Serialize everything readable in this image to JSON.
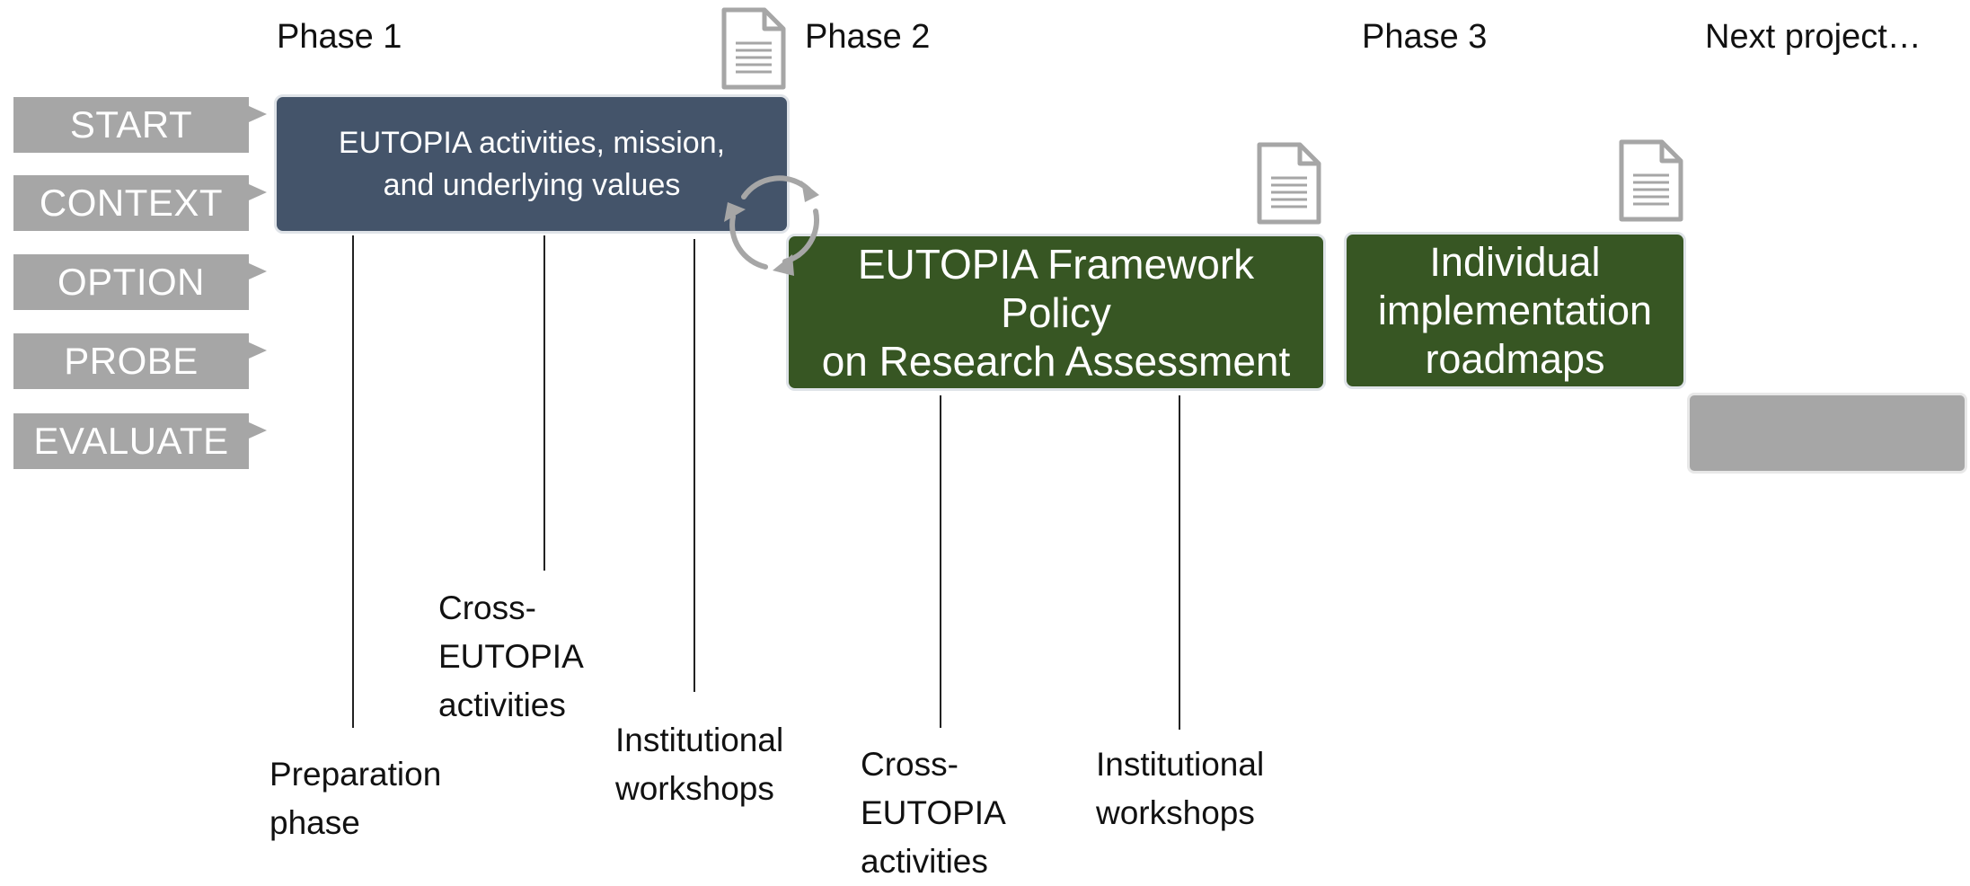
{
  "phases": {
    "phase1": "Phase 1",
    "phase2": "Phase 2",
    "phase3": "Phase 3",
    "next": "Next project…"
  },
  "stages": {
    "start": "START",
    "context": "CONTEXT",
    "option": "OPTION",
    "probe": "PROBE",
    "evaluate": "EVALUATE"
  },
  "boxes": {
    "values": "EUTOPIA activities, mission,\nand underlying values",
    "policy": "EUTOPIA Framework Policy\non Research Assessment",
    "roadmaps": "Individual\nimplementation\nroadmaps"
  },
  "notes": {
    "preparation": "Preparation\nphase",
    "cross1": "Cross-\nEUTOPIA\nactivities",
    "workshops1": "Institutional\nworkshops",
    "cross2": "Cross-\nEUTOPIA\nactivities",
    "workshops2": "Institutional\nworkshops"
  },
  "icons": {
    "document": "document-icon",
    "cycle": "cycle-arrows-icon"
  },
  "colors": {
    "values_box": "#44546a",
    "green_box": "#375623",
    "grey": "#a6a6a6"
  }
}
